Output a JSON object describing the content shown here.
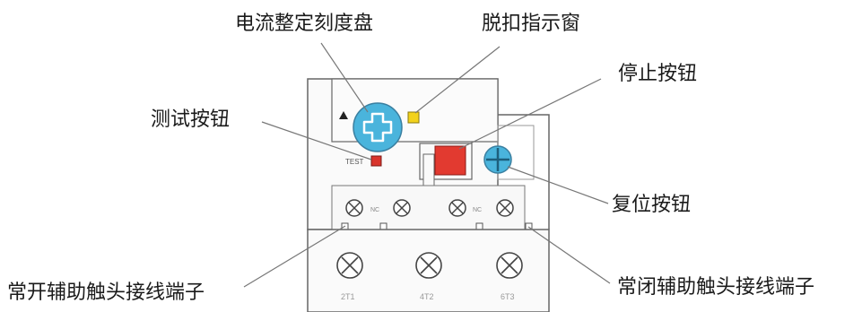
{
  "labels": {
    "dial": "电流整定刻度盘",
    "trip_window": "脱扣指示窗",
    "stop_button": "停止按钮",
    "test_button": "测试按钮",
    "reset_button": "复位按钮",
    "no_aux_terminal": "常开辅助触头接线端子",
    "nc_aux_terminal": "常闭辅助触头接线端子"
  },
  "device_text": {
    "test": "TEST",
    "nc_left": "NC",
    "nc_right": "NC",
    "t1": "2T1",
    "t2": "4T2",
    "t3": "6T3"
  },
  "colors": {
    "dial": "#4ab4dc",
    "trip_window": "#f2d21c",
    "stop_button": "#e23a30",
    "test_button": "#d9342c",
    "line": "#777777",
    "body_fill": "#fafafa"
  }
}
